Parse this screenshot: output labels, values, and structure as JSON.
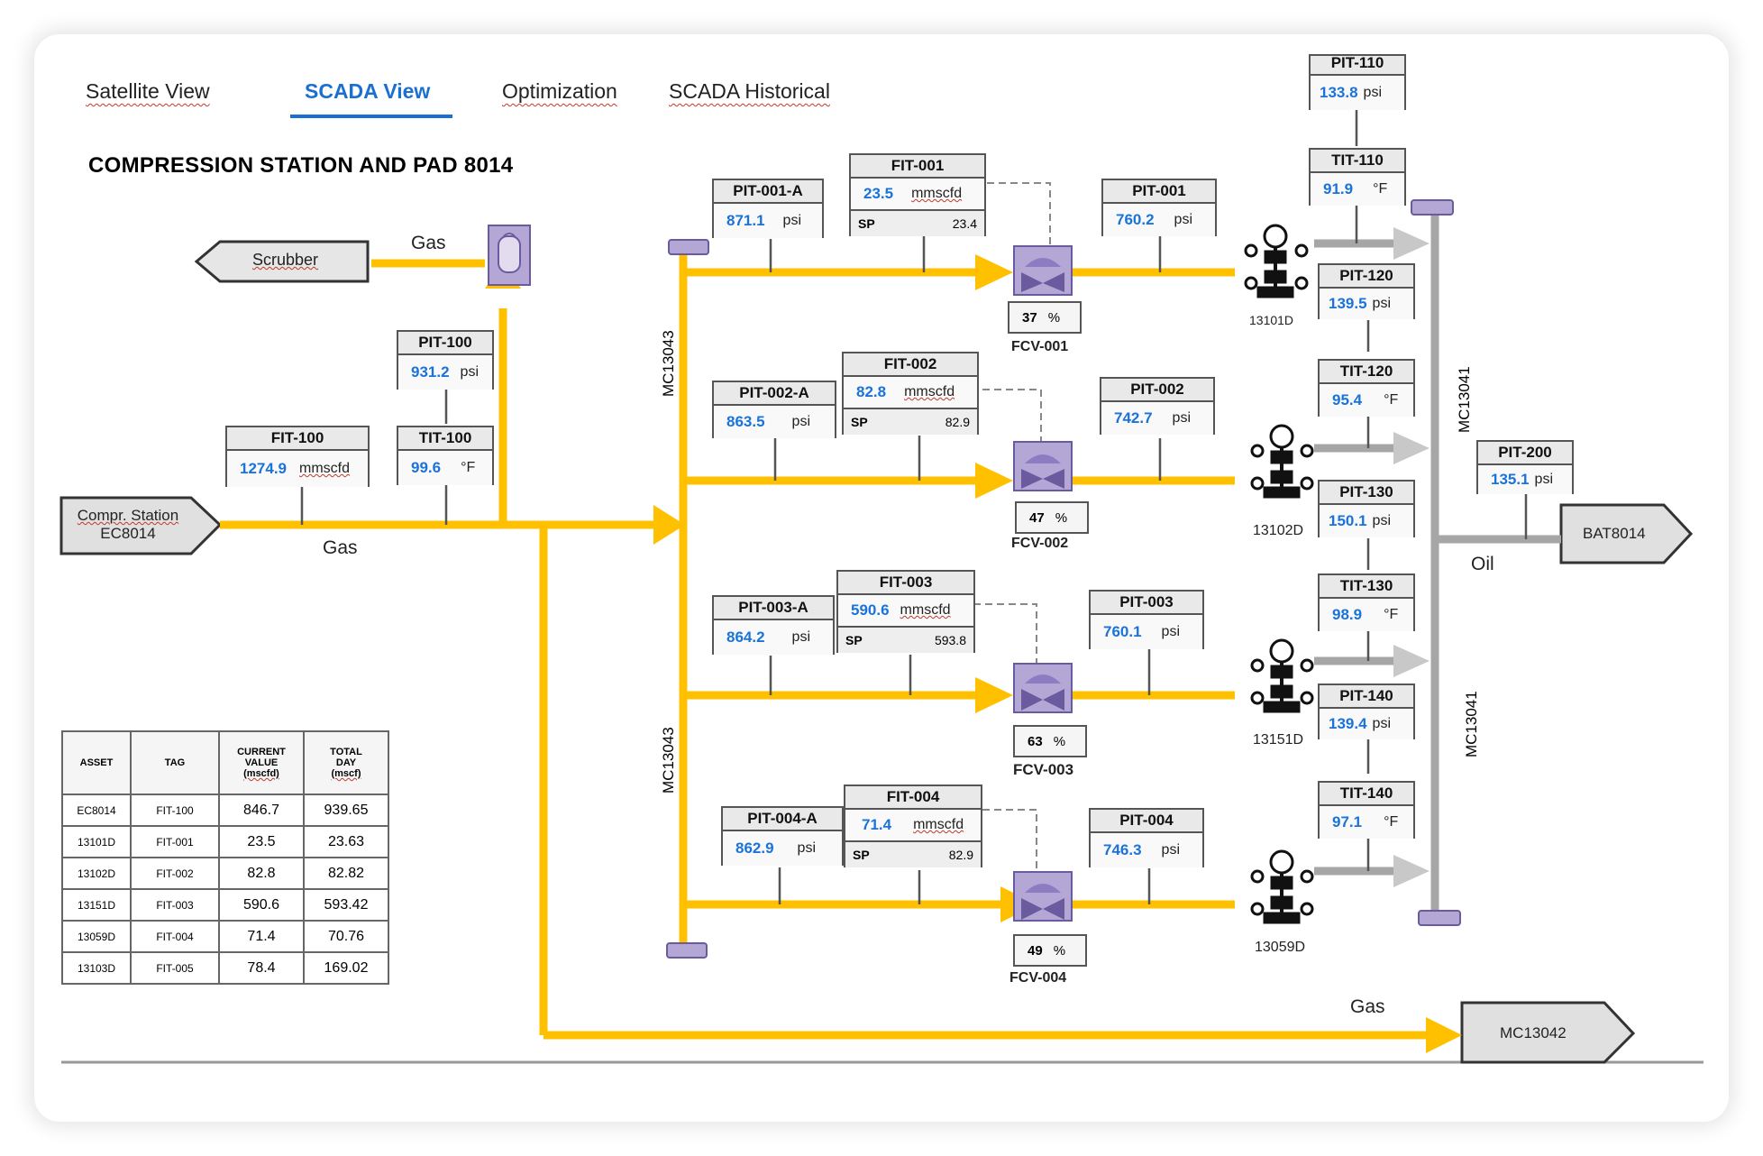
{
  "tabs": [
    {
      "label": "Satellite View",
      "active": false
    },
    {
      "label": "SCADA View",
      "active": true
    },
    {
      "label": "Optimization",
      "active": false
    },
    {
      "label": "SCADA Historical",
      "active": false
    }
  ],
  "page_title": "COMPRESSION STATION AND PAD 8014",
  "colors": {
    "gas_line": "#ffc000",
    "oil_line": "#a6a6a6",
    "value_blue": "#1a73d9",
    "accent": "#1a6fd1",
    "valve_purple": "#b4a7d6"
  },
  "endpoints": {
    "scrubber": "Scrubber",
    "compr_station_line1": "Compr. Station",
    "compr_station_line2": "EC8014",
    "bat": "BAT8014",
    "mc13042": "MC13042"
  },
  "line_labels": {
    "gas_top": "Gas",
    "gas_main": "Gas",
    "gas_bottom": "Gas",
    "oil": "Oil",
    "mc13043_top": "MC13043",
    "mc13043_bottom": "MC13043",
    "mc13041_top": "MC13041",
    "mc13041_bottom": "MC13041"
  },
  "station": {
    "fit100": {
      "tag": "FIT-100",
      "value": "1274.9",
      "unit": "mmscfd"
    },
    "pit100": {
      "tag": "PIT-100",
      "value": "931.2",
      "unit": "psi"
    },
    "tit100": {
      "tag": "TIT-100",
      "value": "99.6",
      "unit": "°F"
    }
  },
  "trains": [
    {
      "pita": {
        "tag": "PIT-001-A",
        "value": "871.1",
        "unit": "psi"
      },
      "fit": {
        "tag": "FIT-001",
        "value": "23.5",
        "unit": "mmscfd",
        "sp_label": "SP",
        "sp": "23.4"
      },
      "pit": {
        "tag": "PIT-001",
        "value": "760.2",
        "unit": "psi"
      },
      "fcv": {
        "tag": "FCV-001",
        "value": "37",
        "unit": "%"
      },
      "well": "13101D"
    },
    {
      "pita": {
        "tag": "PIT-002-A",
        "value": "863.5",
        "unit": "psi"
      },
      "fit": {
        "tag": "FIT-002",
        "value": "82.8",
        "unit": "mmscfd",
        "sp_label": "SP",
        "sp": "82.9"
      },
      "pit": {
        "tag": "PIT-002",
        "value": "742.7",
        "unit": "psi"
      },
      "fcv": {
        "tag": "FCV-002",
        "value": "47",
        "unit": "%"
      },
      "well": "13102D"
    },
    {
      "pita": {
        "tag": "PIT-003-A",
        "value": "864.2",
        "unit": "psi"
      },
      "fit": {
        "tag": "FIT-003",
        "value": "590.6",
        "unit": "mmscfd",
        "sp_label": "SP",
        "sp": "593.8"
      },
      "pit": {
        "tag": "PIT-003",
        "value": "760.1",
        "unit": "psi"
      },
      "fcv": {
        "tag": "FCV-003",
        "value": "63",
        "unit": "%"
      },
      "well": "13151D"
    },
    {
      "pita": {
        "tag": "PIT-004-A",
        "value": "862.9",
        "unit": "psi"
      },
      "fit": {
        "tag": "FIT-004",
        "value": "71.4",
        "unit": "mmscfd",
        "sp_label": "SP",
        "sp": "82.9"
      },
      "pit": {
        "tag": "PIT-004",
        "value": "746.3",
        "unit": "psi"
      },
      "fcv": {
        "tag": "FCV-004",
        "value": "49",
        "unit": "%"
      },
      "well": "13059D"
    }
  ],
  "right_instruments": [
    {
      "tag": "PIT-110",
      "value": "133.8",
      "unit": "psi"
    },
    {
      "tag": "TIT-110",
      "value": "91.9",
      "unit": "°F"
    },
    {
      "tag": "PIT-120",
      "value": "139.5",
      "unit": "psi"
    },
    {
      "tag": "TIT-120",
      "value": "95.4",
      "unit": "°F"
    },
    {
      "tag": "PIT-130",
      "value": "150.1",
      "unit": "psi"
    },
    {
      "tag": "TIT-130",
      "value": "98.9",
      "unit": "°F"
    },
    {
      "tag": "PIT-140",
      "value": "139.4",
      "unit": "psi"
    },
    {
      "tag": "TIT-140",
      "value": "97.1",
      "unit": "°F"
    }
  ],
  "pit200": {
    "tag": "PIT-200",
    "value": "135.1",
    "unit": "psi"
  },
  "asset_table": {
    "headers": [
      {
        "l1": "ASSET",
        "l2": "",
        "l3": ""
      },
      {
        "l1": "TAG",
        "l2": "",
        "l3": ""
      },
      {
        "l1": "CURRENT",
        "l2": "VALUE",
        "l3": "(mscfd)"
      },
      {
        "l1": "TOTAL",
        "l2": "DAY",
        "l3": "(mscf)"
      }
    ],
    "rows": [
      [
        "EC8014",
        "FIT-100",
        "846.7",
        "939.65"
      ],
      [
        "13101D",
        "FIT-001",
        "23.5",
        "23.63"
      ],
      [
        "13102D",
        "FIT-002",
        "82.8",
        "82.82"
      ],
      [
        "13151D",
        "FIT-003",
        "590.6",
        "593.42"
      ],
      [
        "13059D",
        "FIT-004",
        "71.4",
        "70.76"
      ],
      [
        "13103D",
        "FIT-005",
        "78.4",
        "169.02"
      ]
    ]
  }
}
